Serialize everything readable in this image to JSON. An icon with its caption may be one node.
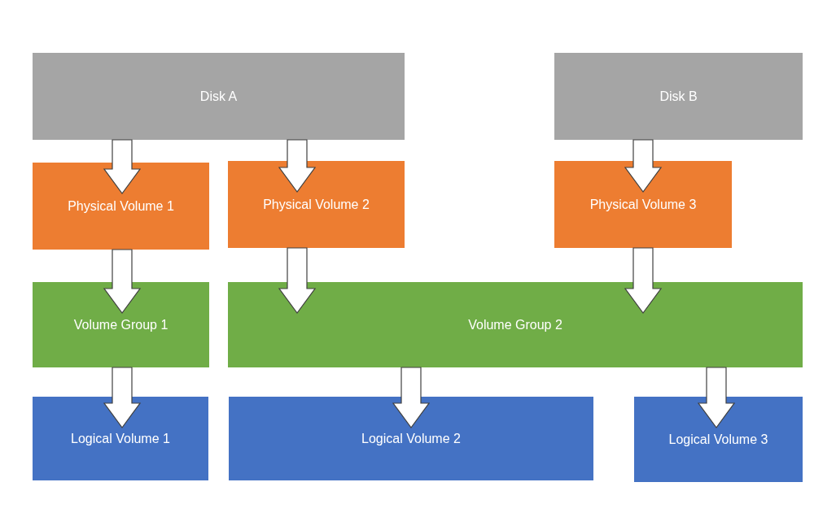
{
  "diagram": {
    "nodes": [
      {
        "text": [
          "Disk A"
        ]
      },
      {
        "text": [
          "Disk B"
        ]
      },
      {
        "text": [
          "Physical Volume 1"
        ]
      },
      {
        "text": [
          "Physical Volume 2"
        ]
      },
      {
        "text": [
          "Physical Volume 3"
        ]
      },
      {
        "text": [
          "Volume Group 1"
        ]
      },
      {
        "text": [
          "Volume Group 2"
        ]
      },
      {
        "text": [
          "Logical Volume 1"
        ]
      },
      {
        "text": [
          "Logical Volume 2"
        ]
      },
      {
        "text": [
          "Logical Volume 3"
        ]
      }
    ],
    "edges": [
      {
        "from": 0,
        "to": 2,
        "arrow": "to"
      },
      {
        "from": 0,
        "to": 3,
        "arrow": "to"
      },
      {
        "from": 1,
        "to": 4,
        "arrow": "to"
      },
      {
        "from": 2,
        "to": 5,
        "arrow": "to"
      },
      {
        "from": 3,
        "to": 6,
        "arrow": "to"
      },
      {
        "from": 4,
        "to": 6,
        "arrow": "to"
      },
      {
        "from": 5,
        "to": 7,
        "arrow": "to"
      },
      {
        "from": 6,
        "to": 8,
        "arrow": "to"
      },
      {
        "from": 6,
        "to": 9,
        "arrow": "to"
      }
    ]
  }
}
